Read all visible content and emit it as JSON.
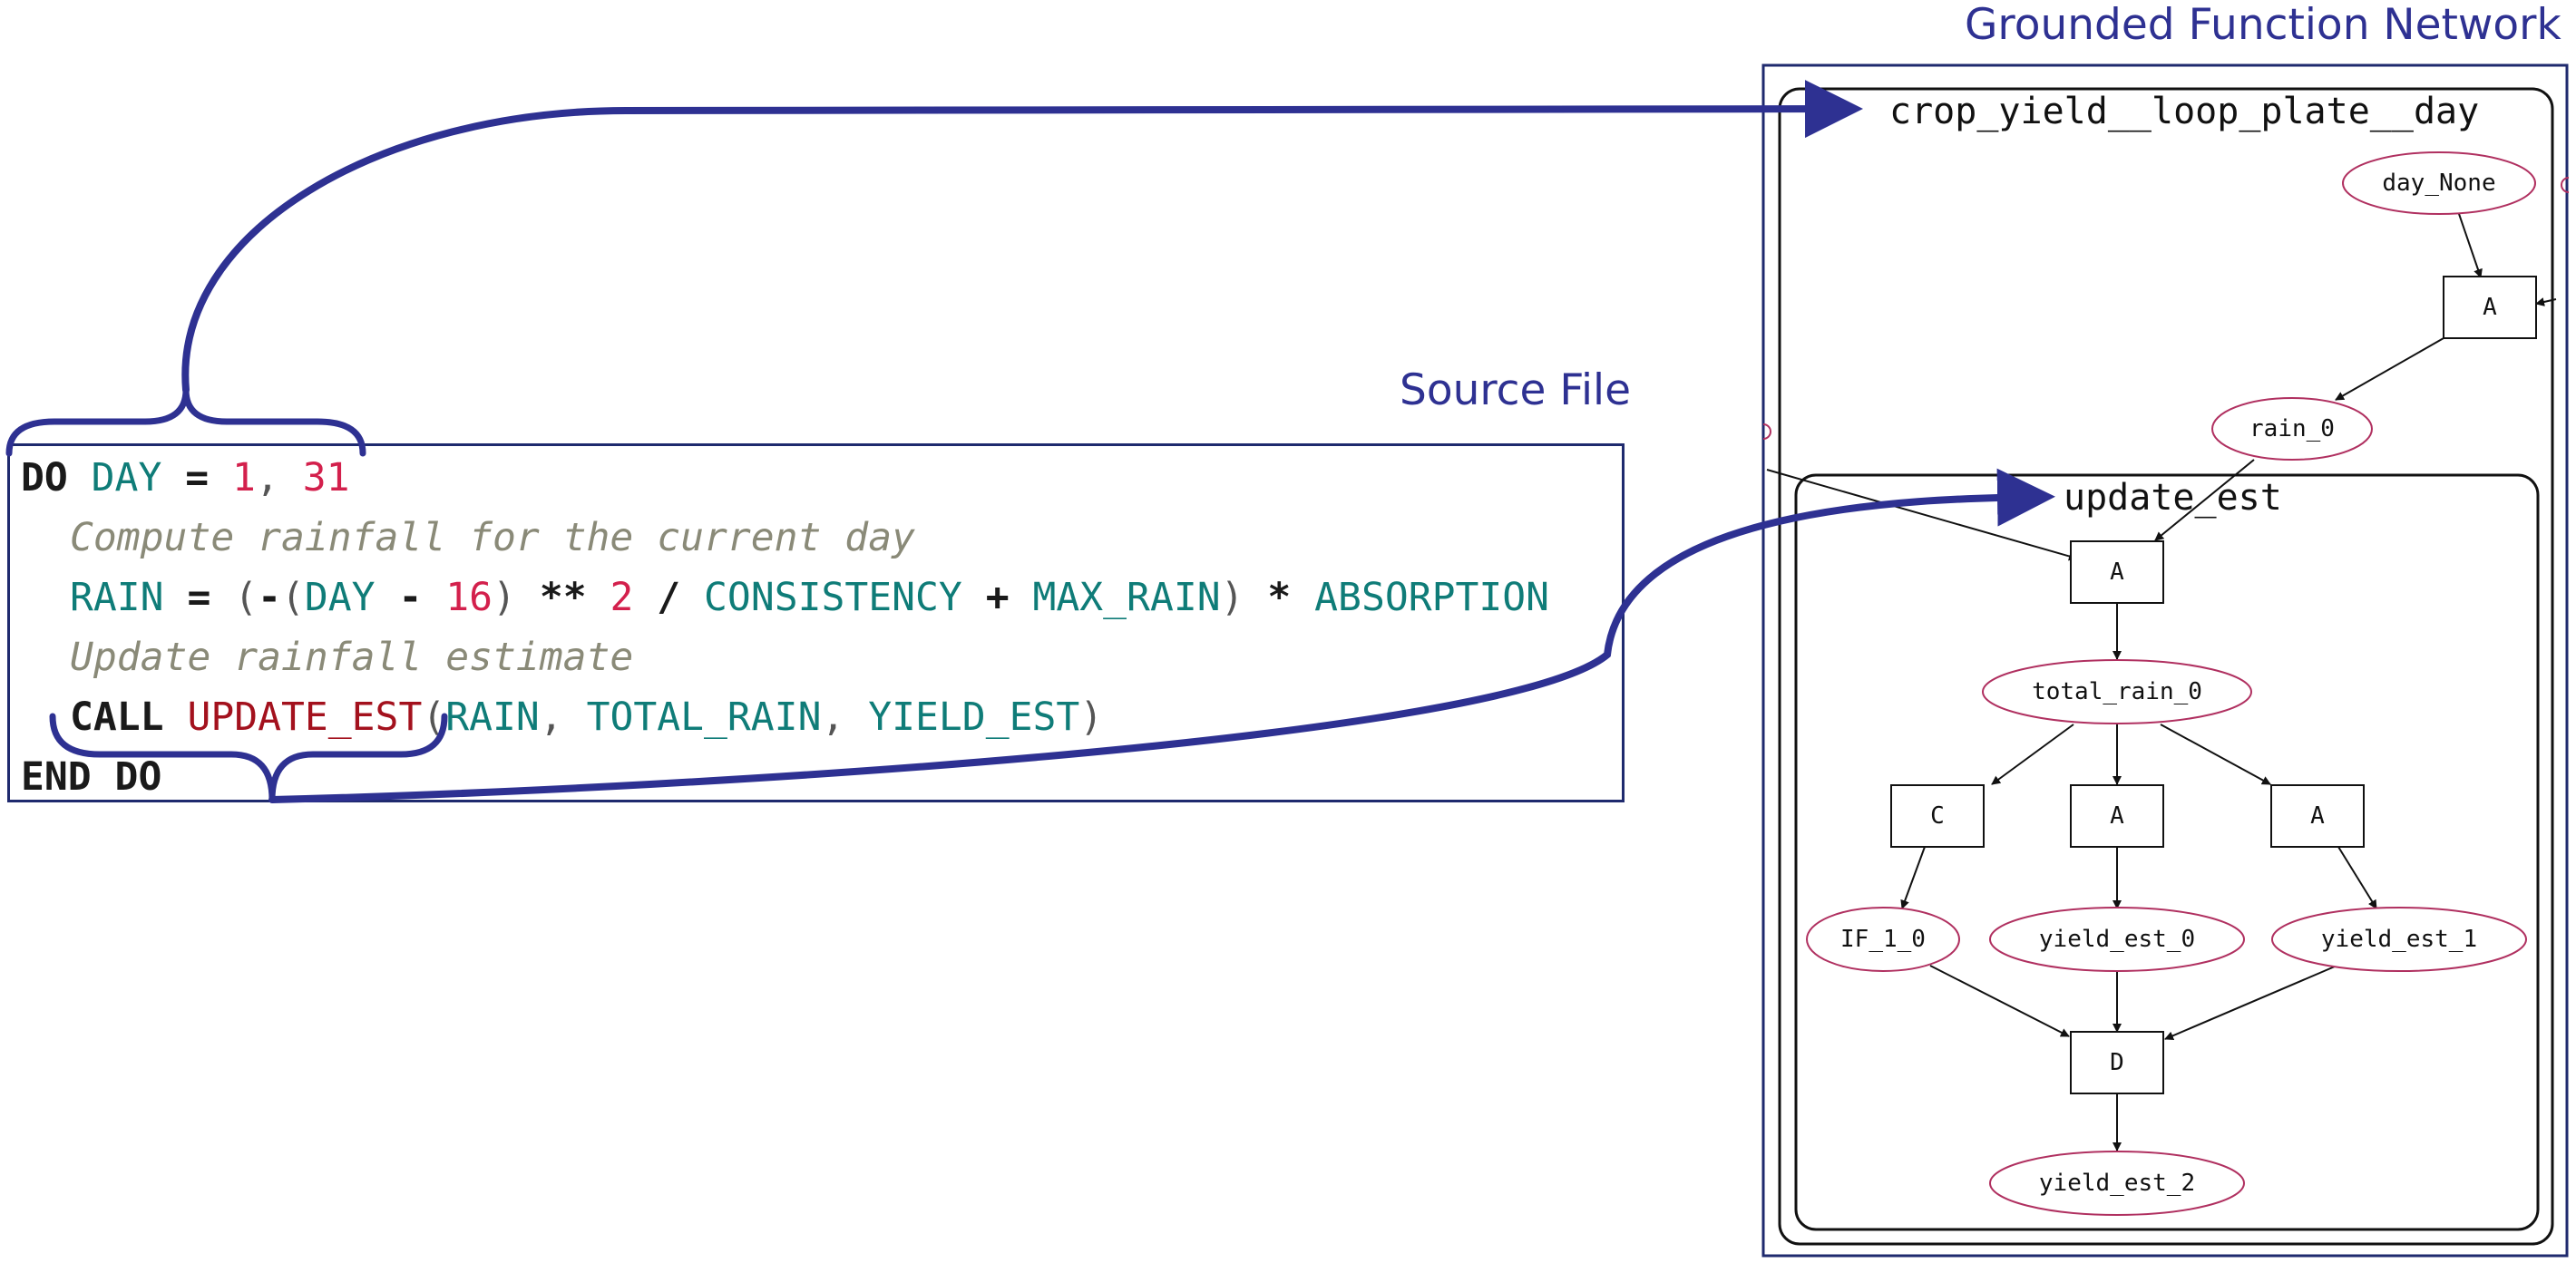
{
  "source_title": "Source File",
  "gfn_title": "Grounded Function Network",
  "code": {
    "line1": {
      "kw": "DO",
      "var": "DAY",
      "eq": "=",
      "n1": "1",
      "comma": ",",
      "n2": "31"
    },
    "line2": {
      "comment": "Compute rainfall for the current day"
    },
    "line3": {
      "var1": "RAIN",
      "eq": "=",
      "p1": "(",
      "minus1": "-",
      "p2": "(",
      "var2": "DAY",
      "minus2": "-",
      "n1": "16",
      "p3": ")",
      "pow": "**",
      "n2": "2",
      "div": "/",
      "var3": "CONSISTENCY",
      "plus": "+",
      "var4": "MAX_RAIN",
      "p4": ")",
      "mul": "*",
      "var5": "ABSORPTION"
    },
    "line4": {
      "comment": "Update rainfall estimate"
    },
    "line5": {
      "kw": "CALL",
      "func": "UPDATE_EST",
      "p1": "(",
      "a1": "RAIN",
      "c1": ",",
      "a2": "TOTAL_RAIN",
      "c2": ",",
      "a3": "YIELD_EST",
      "p2": ")"
    },
    "line6": {
      "kw": "END DO"
    }
  },
  "gfn": {
    "outer_box_label": "crop_yield__loop_plate__day",
    "inner_box_label": "update_est",
    "variable_nodes": [
      "day_None",
      "rain_0",
      "total_rain_0",
      "IF_1_0",
      "yield_est_0",
      "yield_est_1",
      "yield_est_2"
    ],
    "function_nodes": [
      "A",
      "A",
      "C",
      "A",
      "A",
      "D"
    ]
  },
  "colors": {
    "title": "#2e3192",
    "arrow": "#2e3192",
    "variable_node_outline": "#b03060",
    "frame": "#1f2a6e"
  }
}
